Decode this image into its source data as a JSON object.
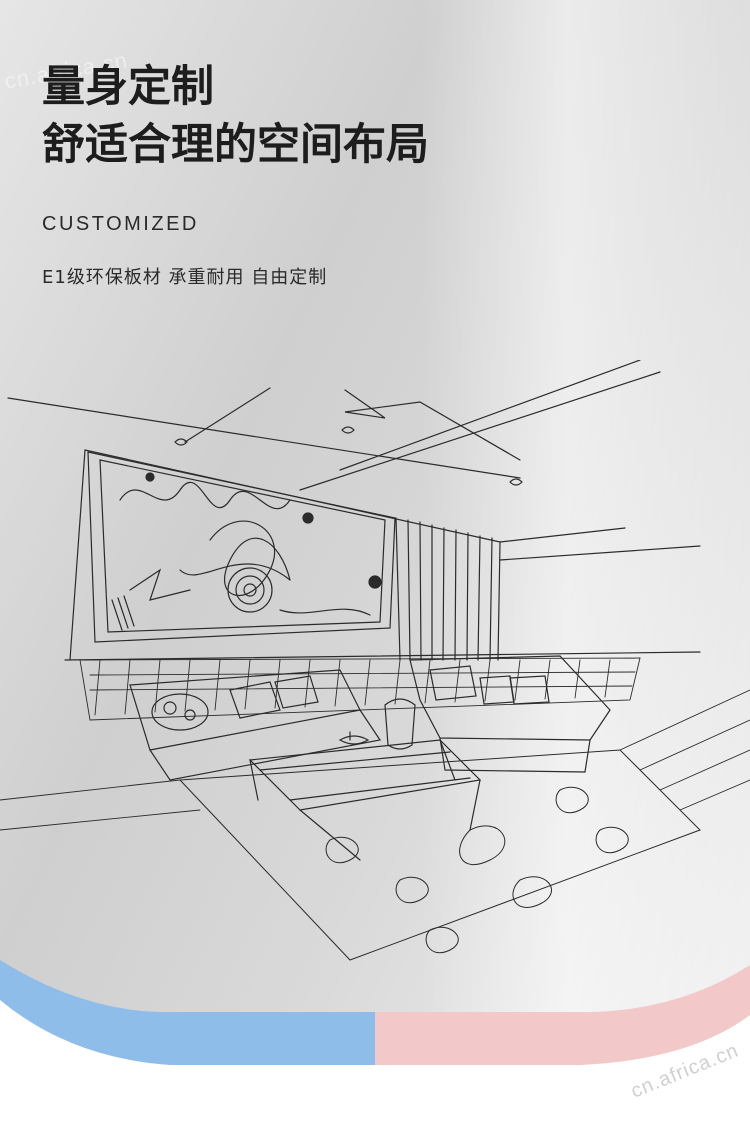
{
  "headline": {
    "line1": "量身定制",
    "line2": "舒适合理的空间布局"
  },
  "subtitle_en": "CUSTOMIZED",
  "tagline": "E1级环保板材 承重耐用 自由定制",
  "watermarks": {
    "top": "cn.africa.cn",
    "bottom": "cn.africa.cn"
  },
  "colors": {
    "background_gray": "#d6d6d6",
    "accent_blue": "#8fbde9",
    "accent_pink": "#f2c9c8",
    "text": "#1d1d1d"
  },
  "illustration": "sketch-living-room"
}
